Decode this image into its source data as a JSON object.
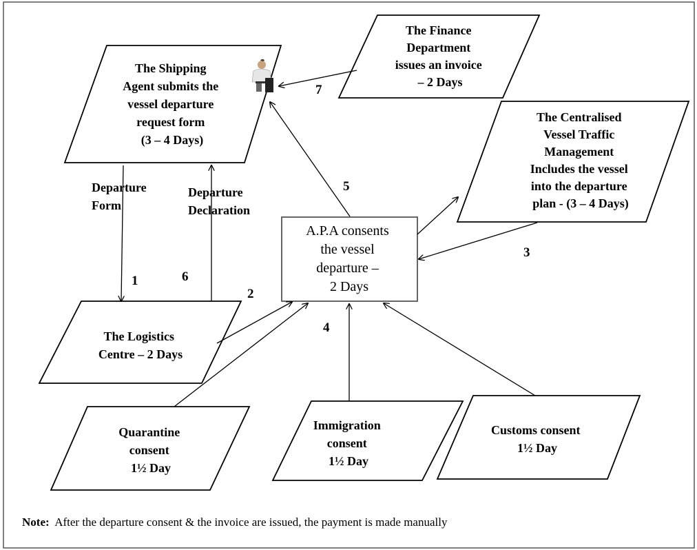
{
  "nodes": {
    "shipping_agent": [
      "The Shipping",
      "Agent submits the",
      "vessel departure",
      "request form",
      "(3 – 4 Days)"
    ],
    "finance": [
      "The Finance",
      "Department",
      "issues an invoice",
      "– 2 Days"
    ],
    "vtm": [
      "The Centralised",
      "Vessel Traffic",
      "Management",
      "Includes the vessel",
      "into the departure",
      "plan - (3 – 4 Days)"
    ],
    "apa": [
      "A.P.A  consents",
      "the vessel",
      "departure –",
      "2 Days"
    ],
    "logistics": [
      "The Logistics",
      "Centre – 2 Days"
    ],
    "quarantine": [
      "Quarantine",
      "consent",
      "1½ Day"
    ],
    "immigration": [
      "Immigration",
      "consent",
      "1½ Day"
    ],
    "customs": [
      "Customs consent",
      "1½ Day"
    ]
  },
  "edge_labels": {
    "departure_form": [
      "Departure",
      "Form"
    ],
    "departure_declaration": [
      "Departure",
      "Declaration"
    ]
  },
  "step_numbers": {
    "s1": "1",
    "s2": "2",
    "s3": "3",
    "s4": "4",
    "s5": "5",
    "s6": "6",
    "s7": "7"
  },
  "note": {
    "label": "Note:",
    "text": "After the departure consent & the invoice are issued, the payment is made manually"
  },
  "icons": {
    "agent": "person-at-laptop-icon"
  }
}
